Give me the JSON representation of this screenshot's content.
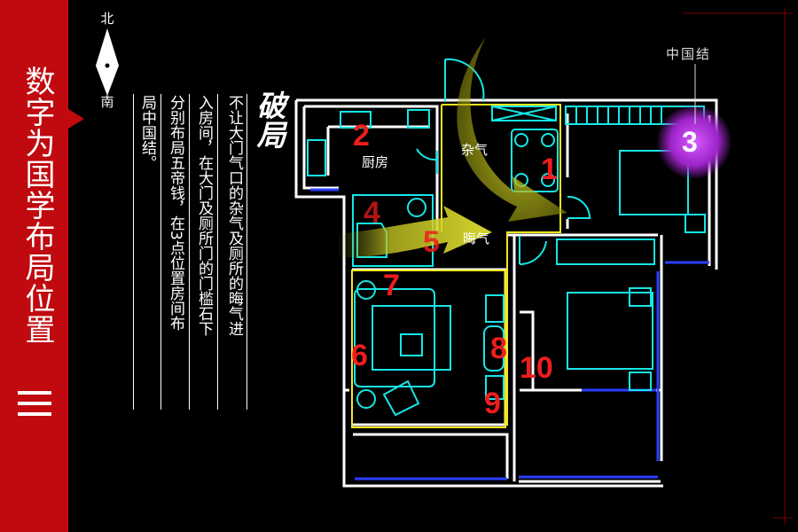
{
  "sidebar": {
    "title": "数字为国学布局位置",
    "accent_color": "#c00a0f",
    "icon": "menu-lines-icon"
  },
  "compass": {
    "north": "北",
    "south": "南"
  },
  "heading": "破局",
  "description_columns": [
    "不让大门气口的杂气及厕所的晦气进",
    "入房间，在大门及厕所门的门槛石下",
    "分别布局五帝钱，在3点位置房间布",
    "局中国结。"
  ],
  "rooms": {
    "kitchen": "厨房",
    "storage": "杂气",
    "bad_air": "晦气"
  },
  "knot": {
    "label": "中国结",
    "number": "3"
  },
  "numbers": [
    "1",
    "2",
    "4",
    "5",
    "6",
    "7",
    "8",
    "9",
    "10"
  ],
  "colors": {
    "walls": "#ffffff",
    "furniture": "#17e6e6",
    "zones": "#f5e81e",
    "flow": "#d7d72a",
    "markers": "#ee1d1d"
  }
}
